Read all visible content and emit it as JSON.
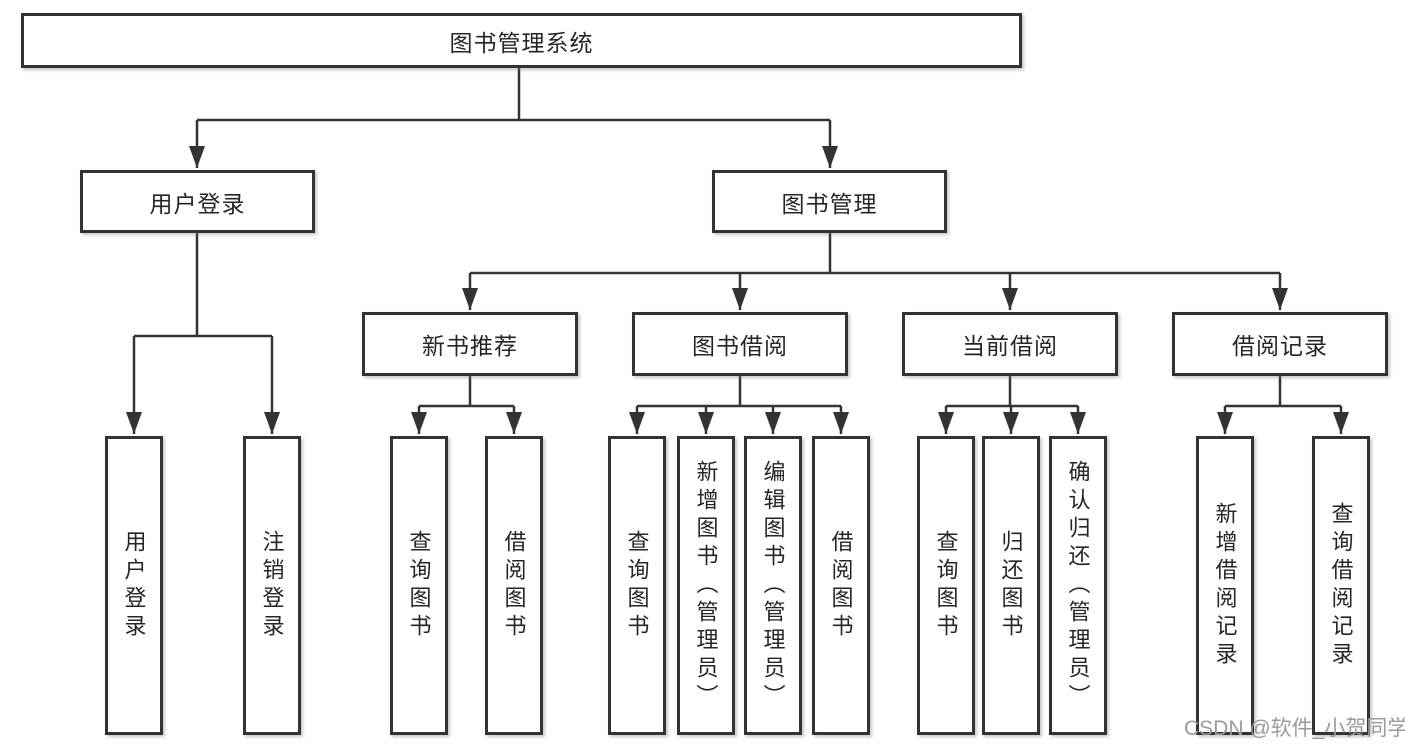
{
  "title": "图书管理系统",
  "watermark": "CSDN @软件_小贺同学",
  "colors": {
    "line": "#333333",
    "box_border": "#333333",
    "text": "#262626",
    "watermark": "#9b9b9b",
    "background": "#ffffff"
  },
  "tree": {
    "root": "图书管理系统",
    "children": [
      {
        "label": "用户登录",
        "children": [
          {
            "label": "用户登录"
          },
          {
            "label": "注销登录"
          }
        ]
      },
      {
        "label": "图书管理",
        "children": [
          {
            "label": "新书推荐",
            "children": [
              {
                "label": "查询图书"
              },
              {
                "label": "借阅图书"
              }
            ]
          },
          {
            "label": "图书借阅",
            "children": [
              {
                "label": "查询图书"
              },
              {
                "label": "新增图书（管理员）"
              },
              {
                "label": "编辑图书（管理员）"
              },
              {
                "label": "借阅图书"
              }
            ]
          },
          {
            "label": "当前借阅",
            "children": [
              {
                "label": "查询图书"
              },
              {
                "label": "归还图书"
              },
              {
                "label": "确认归还（管理员）"
              }
            ]
          },
          {
            "label": "借阅记录",
            "children": [
              {
                "label": "新增借阅记录"
              },
              {
                "label": "查询借阅记录"
              }
            ]
          }
        ]
      }
    ]
  }
}
